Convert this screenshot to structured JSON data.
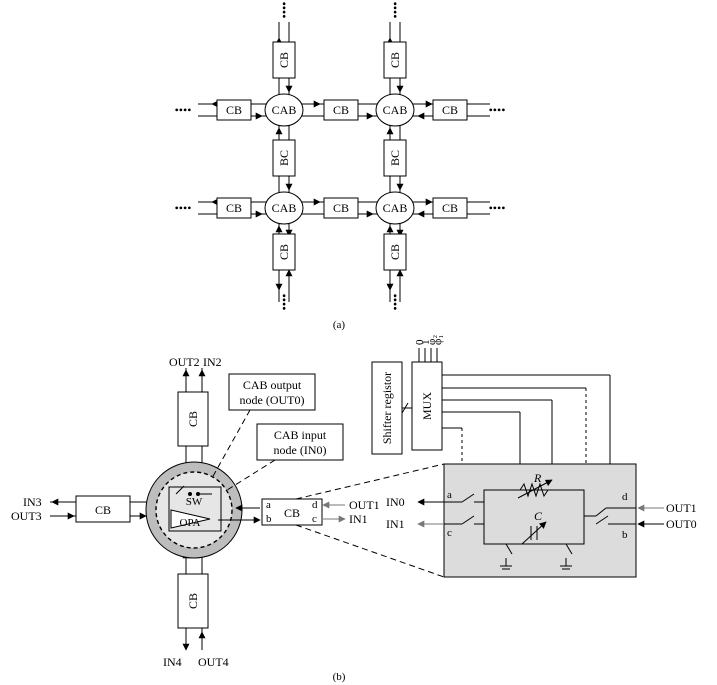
{
  "labels": {
    "cb": "CB",
    "cab": "CAB",
    "bc": "BC",
    "dots": "••••",
    "caption_a": "(a)",
    "caption_b": "(b)",
    "out2": "OUT2",
    "in2": "IN2",
    "in3": "IN3",
    "out3": "OUT3",
    "in4": "IN4",
    "out4": "OUT4",
    "out1": "OUT1",
    "in1": "IN1",
    "in0": "IN0",
    "out0": "OUT0",
    "cab_output_line1": "CAB output",
    "cab_output_line2": "node (OUT0)",
    "cab_input_line1": "CAB input",
    "cab_input_line2": "node (IN0)",
    "sw": "SW",
    "opa": "OPA",
    "shift_register": "Shifter registor",
    "mux": "MUX",
    "port_a": "a",
    "port_b": "b",
    "port_c": "c",
    "port_d": "d",
    "r": "R",
    "c": "C",
    "mux_in_0": "0",
    "mux_in_1": "1",
    "phi2": "φ₂",
    "phi1": "φ₁"
  },
  "colors": {
    "node_fill_dark": "#bdbdbd",
    "node_fill_light": "#e6e6e6",
    "zoom_panel": "#dcdcdc",
    "gray_arrow": "#777777"
  }
}
